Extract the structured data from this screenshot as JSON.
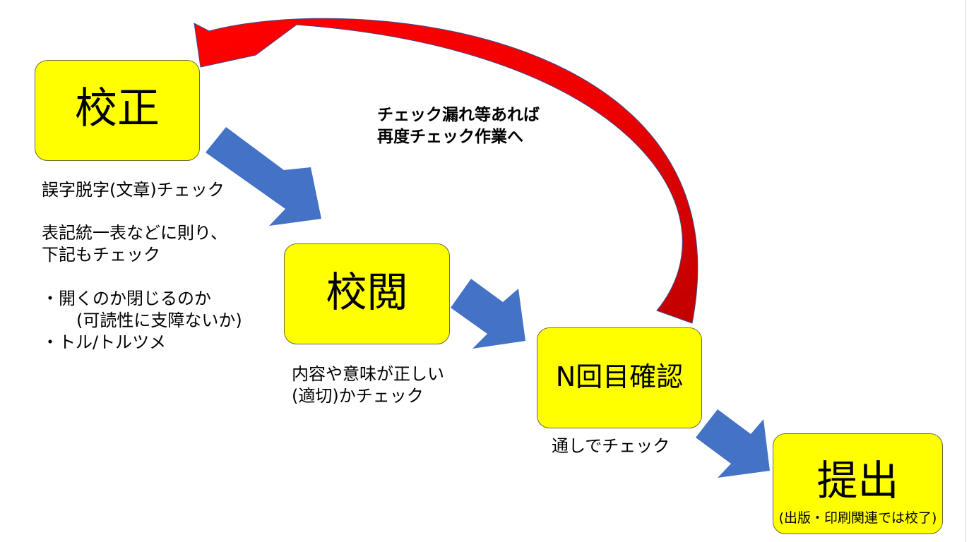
{
  "steps": {
    "proofreading": {
      "title": "校正"
    },
    "review": {
      "title": "校閲"
    },
    "nth_check": {
      "title": "N回目確認"
    },
    "submit": {
      "title": "提出",
      "note": "(出版・印刷関連では校了)"
    }
  },
  "notes": {
    "proofreading": {
      "line1": "誤字脱字(文章)チェック",
      "line2": "表記統一表などに則り、",
      "line3": "下記もチェック",
      "line4": "・開くのか閉じるのか",
      "line5": "(可読性に支障ないか)",
      "line6": "・トル/トルツメ"
    },
    "review": {
      "line1": "内容や意味が正しい",
      "line2": "(適切)かチェック"
    },
    "nth_check": {
      "line1": "通しでチェック"
    }
  },
  "loop_note": {
    "line1": "チェック漏れ等あれば",
    "line2": "再度チェック作業へ"
  },
  "colors": {
    "box_fill": "#ffff00",
    "flow_arrow": "#4472c4",
    "loop_arrow": "#ff0000",
    "loop_arrow_dark": "#c00000"
  }
}
